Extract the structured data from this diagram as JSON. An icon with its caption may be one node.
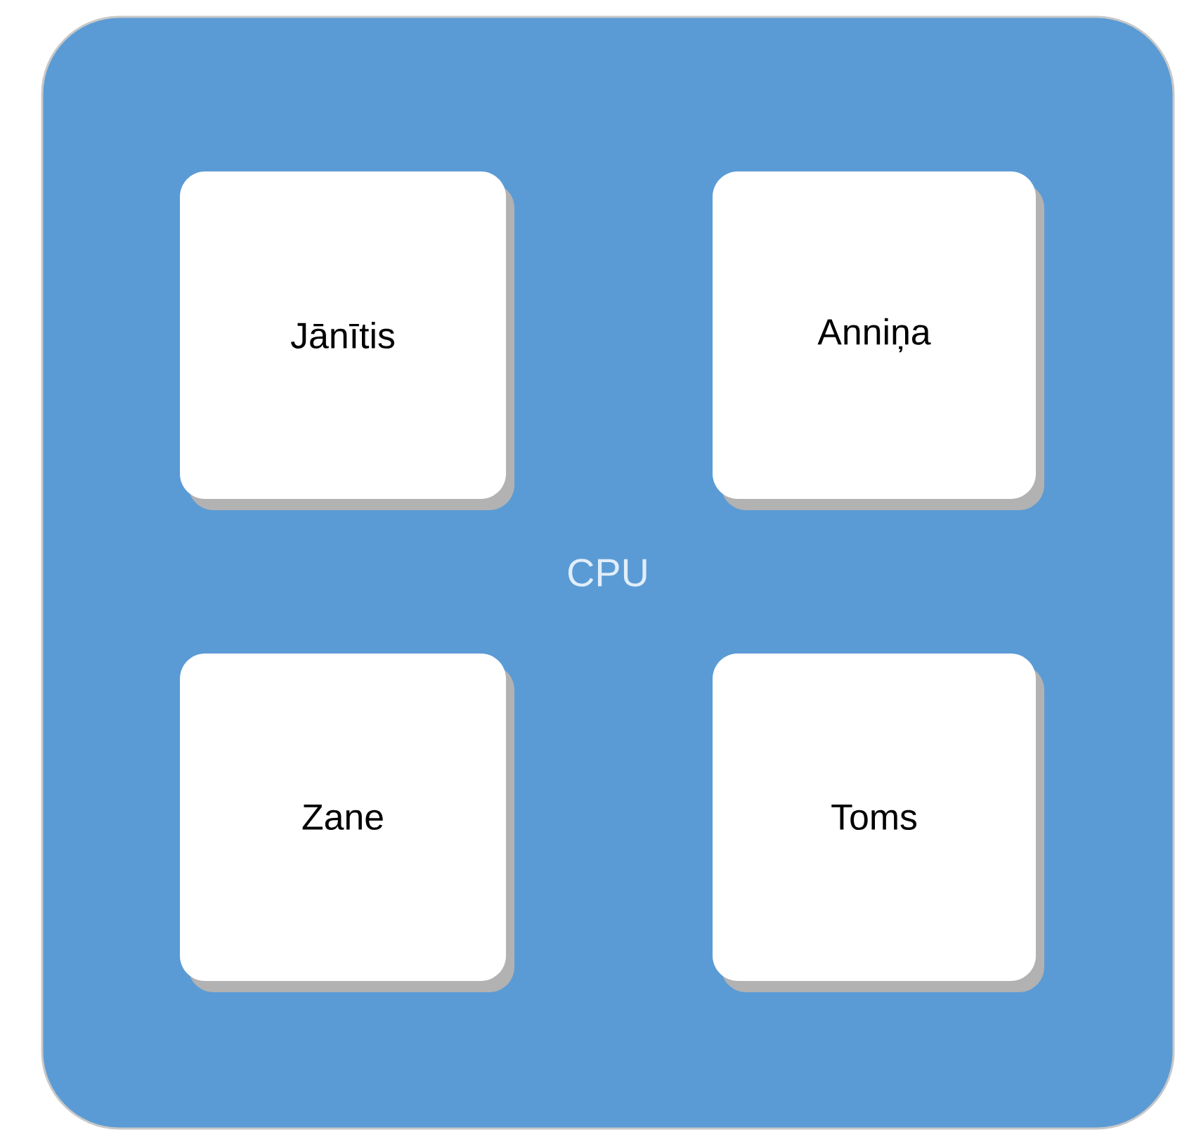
{
  "diagram": {
    "nodes": [
      {
        "text": [
          "CPU"
        ]
      },
      {
        "text": [
          "Jānītis"
        ],
        "in": 0
      },
      {
        "text": [
          "Anniņa"
        ],
        "in": 0
      },
      {
        "text": [
          "Zane"
        ],
        "in": 0
      },
      {
        "text": [
          "Toms"
        ],
        "in": 0
      }
    ]
  }
}
